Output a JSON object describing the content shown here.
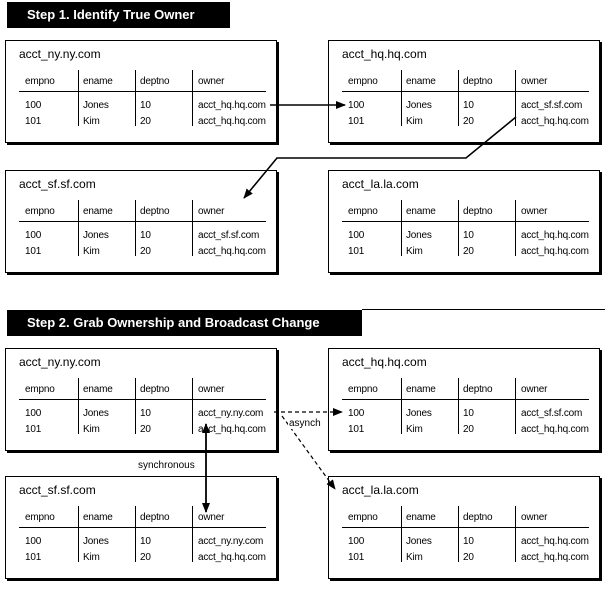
{
  "step1": {
    "title": "Step 1.  Identify True Owner",
    "boxes": {
      "ny": {
        "name": "acct_ny.ny.com",
        "columns": [
          "empno",
          "ename",
          "deptno",
          "owner"
        ],
        "rows": [
          [
            "100",
            "Jones",
            "10",
            "acct_hq.hq.com"
          ],
          [
            "101",
            "Kim",
            "20",
            "acct_hq.hq.com"
          ]
        ]
      },
      "hq": {
        "name": "acct_hq.hq.com",
        "columns": [
          "empno",
          "ename",
          "deptno",
          "owner"
        ],
        "rows": [
          [
            "100",
            "Jones",
            "10",
            "acct_sf.sf.com"
          ],
          [
            "101",
            "Kim",
            "20",
            "acct_hq.hq.com"
          ]
        ]
      },
      "sf": {
        "name": "acct_sf.sf.com",
        "columns": [
          "empno",
          "ename",
          "deptno",
          "owner"
        ],
        "rows": [
          [
            "100",
            "Jones",
            "10",
            "acct_sf.sf.com"
          ],
          [
            "101",
            "Kim",
            "20",
            "acct_hq.hq.com"
          ]
        ]
      },
      "la": {
        "name": "acct_la.la.com",
        "columns": [
          "empno",
          "ename",
          "deptno",
          "owner"
        ],
        "rows": [
          [
            "100",
            "Jones",
            "10",
            "acct_hq.hq.com"
          ],
          [
            "101",
            "Kim",
            "20",
            "acct_hq.hq.com"
          ]
        ]
      }
    }
  },
  "step2": {
    "title": "Step 2.  Grab Ownership and Broadcast Change",
    "boxes": {
      "ny": {
        "name": "acct_ny.ny.com",
        "columns": [
          "empno",
          "ename",
          "deptno",
          "owner"
        ],
        "rows": [
          [
            "100",
            "Jones",
            "10",
            "acct_ny.ny.com"
          ],
          [
            "101",
            "Kim",
            "20",
            "acct_hq.hq.com"
          ]
        ]
      },
      "hq": {
        "name": "acct_hq.hq.com",
        "columns": [
          "empno",
          "ename",
          "deptno",
          "owner"
        ],
        "rows": [
          [
            "100",
            "Jones",
            "10",
            "acct_sf.sf.com"
          ],
          [
            "101",
            "Kim",
            "20",
            "acct_hq.hq.com"
          ]
        ]
      },
      "sf": {
        "name": "acct_sf.sf.com",
        "columns": [
          "empno",
          "ename",
          "deptno",
          "owner"
        ],
        "rows": [
          [
            "100",
            "Jones",
            "10",
            "acct_ny.ny.com"
          ],
          [
            "101",
            "Kim",
            "20",
            "acct_hq.hq.com"
          ]
        ]
      },
      "la": {
        "name": "acct_la.la.com",
        "columns": [
          "empno",
          "ename",
          "deptno",
          "owner"
        ],
        "rows": [
          [
            "100",
            "Jones",
            "10",
            "acct_hq.hq.com"
          ],
          [
            "101",
            "Kim",
            "20",
            "acct_hq.hq.com"
          ]
        ]
      }
    },
    "labels": {
      "synchronous": "synchronous",
      "asynch": "asynch"
    }
  }
}
